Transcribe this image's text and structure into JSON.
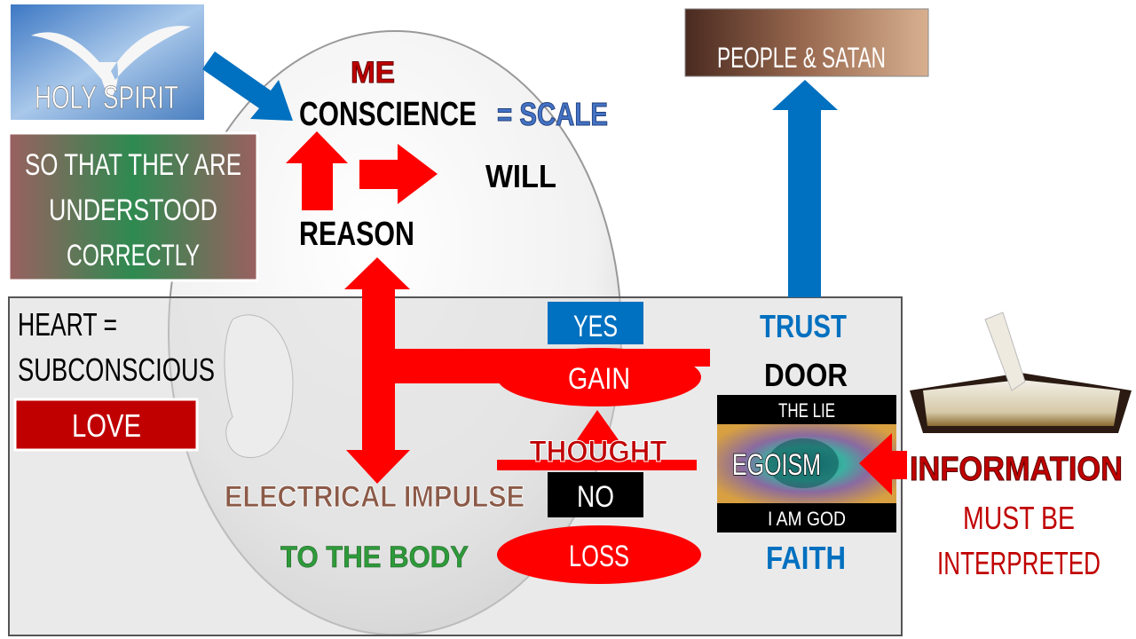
{
  "holy_spirit": {
    "label": "HOLY SPIRIT"
  },
  "note": {
    "lines": [
      "SO THAT THEY ARE",
      "UNDERSTOOD",
      "CORRECTLY"
    ]
  },
  "mind": {
    "me": "ME",
    "conscience": "CONSCIENCE",
    "scale": "= SCALE",
    "will": "WILL",
    "reason": "REASON"
  },
  "people": {
    "label": "PEOPLE & SATAN"
  },
  "heart": {
    "line1": "HEART =",
    "line2": "SUBCONSCIOUS",
    "love": "LOVE"
  },
  "decision": {
    "yes": "YES",
    "gain": "GAIN",
    "thought": "THOUGHT",
    "no": "NO",
    "loss": "LOSS",
    "impulse": "ELECTRICAL IMPULSE",
    "body": "TO THE BODY"
  },
  "door": {
    "trust": "TRUST",
    "door": "DOOR",
    "the_lie": "THE LIE",
    "egoism": "EGOISM",
    "i_am_god": "I AM GOD",
    "faith": "FAITH"
  },
  "information": {
    "title": "INFORMATION",
    "line1": "MUST BE",
    "line2": "INTERPRETED"
  },
  "colors": {
    "red": "#ff0000",
    "blue": "#0070c0",
    "dark_red": "#c00000",
    "brown": "#8b5a48",
    "green": "#2e9a3a"
  }
}
